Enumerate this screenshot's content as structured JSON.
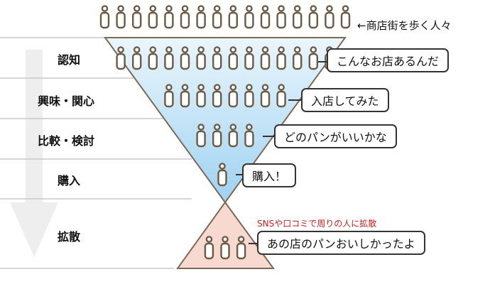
{
  "crowd_label": "←商店街を歩く人々",
  "stages": [
    {
      "label": "認知",
      "bubble": "こんなお店あるんだ",
      "people": 14
    },
    {
      "label": "興味・関心",
      "bubble": "入店してみた",
      "people": 8
    },
    {
      "label": "比較・検討",
      "bubble": "どのパンがいいかな",
      "people": 4
    },
    {
      "label": "購入",
      "bubble": "購入！",
      "people": 1
    },
    {
      "label": "拡散",
      "bubble": "あの店のパンおいしかったよ",
      "people": 3
    }
  ],
  "top_crowd_people": 16,
  "sns_note": "SNSや口コミで周りの人に拡散",
  "colors": {
    "funnel_top": "#eaf6fd",
    "funnel_bottom": "#9fd2f1",
    "spread_fill": "#f7d9d0",
    "outline": "#7b6a55",
    "person_stroke": "#6b5a44",
    "person_fill": "#ffffff",
    "arrow": "#eeeeee",
    "divider": "#c8c8c8",
    "note": "#c81e1e"
  }
}
